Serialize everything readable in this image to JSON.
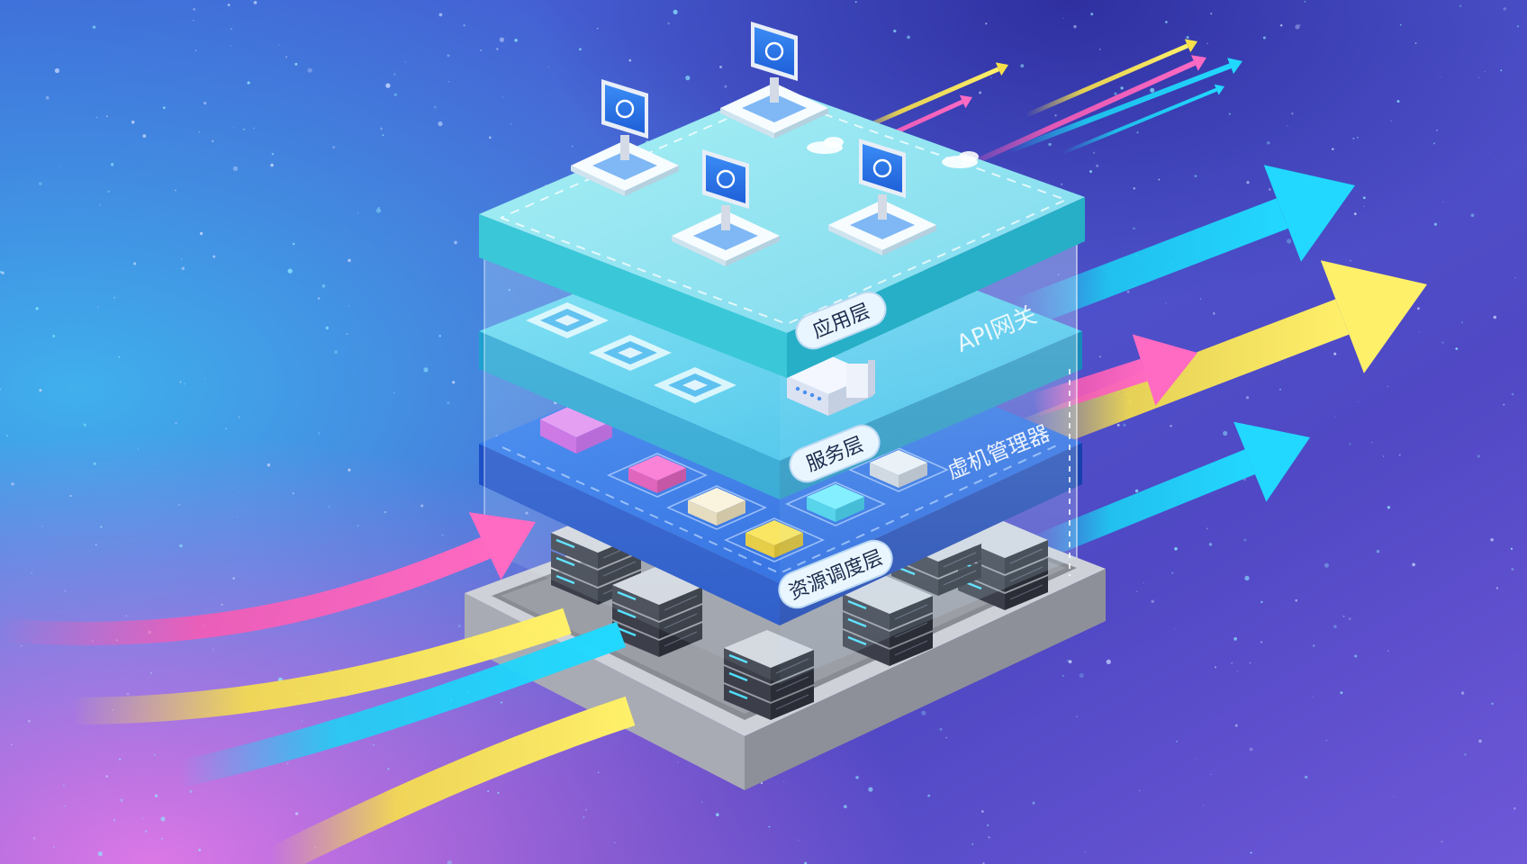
{
  "layers": {
    "application": {
      "label": "应用层"
    },
    "gateway": {
      "label": "API网关"
    },
    "service": {
      "label": "服务层"
    },
    "hypervisor": {
      "label": "虚机管理器"
    },
    "scheduling": {
      "label": "资源调度层"
    }
  },
  "colors": {
    "background_top": "#3b3fb8",
    "background_left": "#3aa0e8",
    "background_bottom_left": "#d46ee6",
    "app_layer": "#8fe6f0",
    "service_layer": "#35c4e6",
    "scheduling_layer": "#2266e0",
    "base_platform": "#c7c9d1",
    "arrow_cyan": "#1ad4f5",
    "arrow_yellow": "#f7e04a",
    "arrow_pink": "#f55bb5"
  },
  "icons": {
    "workstations": [
      "user-monitor-icon",
      "link-monitor-icon",
      "bulb-monitor-icon",
      "cloud-monitor-icon"
    ],
    "services": [
      "chip-tile-icon",
      "chip-tile-icon",
      "chip-tile-icon"
    ],
    "hypervisor_modules": [
      "pink-module-icon",
      "white-module-icon",
      "yellow-module-icon",
      "cyan-module-icon",
      "white-stack-icon",
      "magenta-box-icon"
    ],
    "servers": [
      "server-rack-icon"
    ]
  }
}
